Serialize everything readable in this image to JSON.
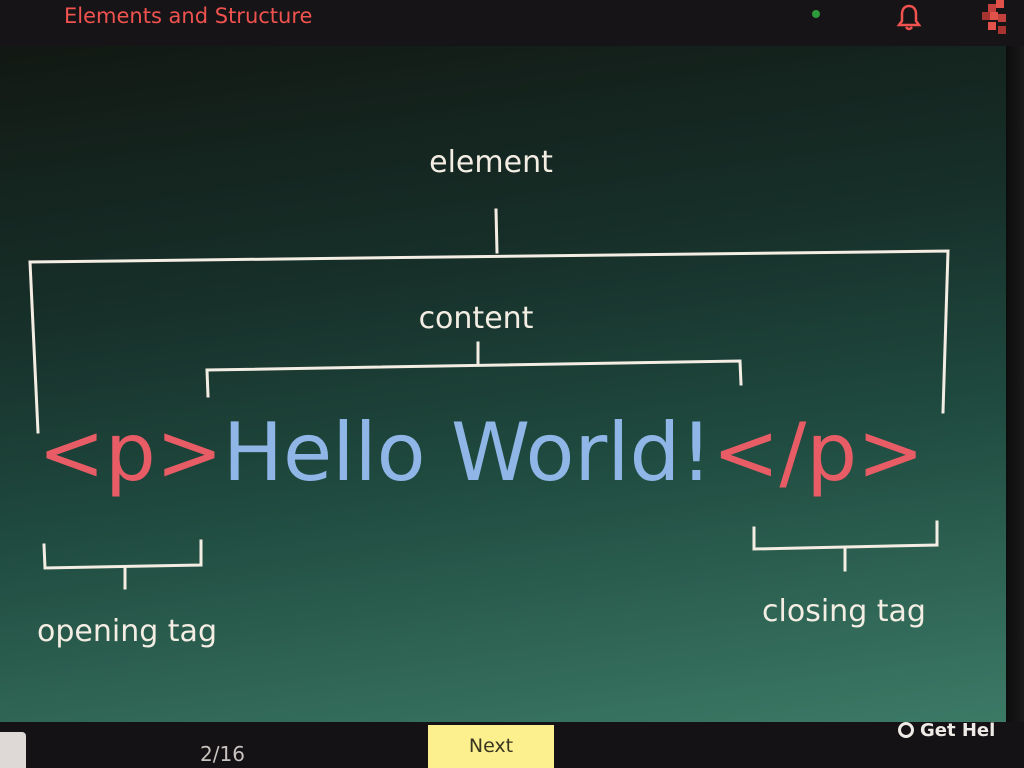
{
  "header": {
    "title": "Elements and Structure"
  },
  "diagram": {
    "element_label": "element",
    "content_label": "content",
    "opening_tag_label": "opening tag",
    "closing_tag_label": "closing tag",
    "code": {
      "opening_tag": "<p>",
      "content": "Hello World!",
      "closing_tag": "</p>"
    }
  },
  "footer": {
    "progress": "2/16",
    "next_label": "Next",
    "help_label": "Get Hel"
  },
  "colors": {
    "tag": "#e85c66",
    "content": "#8fb6e6",
    "title": "#f0524f",
    "next_button": "#fbf08d"
  }
}
